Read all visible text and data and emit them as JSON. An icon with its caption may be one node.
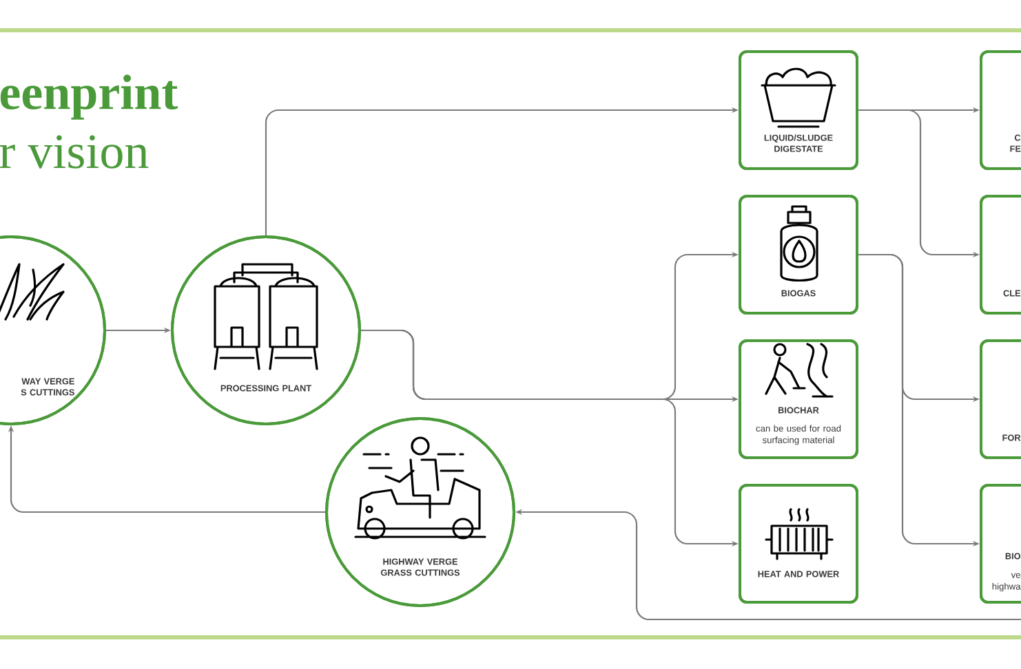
{
  "diagram": {
    "title": "eenprint",
    "nodes": [
      {
        "text": [
          "WAY VERGE S CUTTINGS"
        ]
      },
      {
        "text": [
          "PROCESSING PLANT"
        ]
      },
      {
        "text": [
          "HIGHWAY VERGE GRASS CUTTINGS"
        ]
      },
      {
        "text": [
          "LIQUID/SLUDGE DIGESTATE"
        ]
      },
      {
        "text": [
          "BIOGAS"
        ]
      },
      {
        "text": [
          "BIOCHAR",
          "can be used for road surfacing material"
        ]
      },
      {
        "text": [
          "HEAT AND POWER"
        ]
      },
      {
        "text": [
          "C FE"
        ]
      },
      {
        "text": [
          "CLE"
        ]
      },
      {
        "text": [
          "FOR"
        ]
      },
      {
        "text": [
          "BIO",
          "ve highwa"
        ]
      }
    ],
    "edges": [
      {
        "from": 0,
        "to": 1,
        "arrow": "to"
      },
      {
        "from": 1,
        "to": 3,
        "arrow": "to"
      },
      {
        "from": 1,
        "to": 4,
        "arrow": "to"
      },
      {
        "from": 1,
        "to": 5,
        "arrow": "to"
      },
      {
        "from": 1,
        "to": 6,
        "arrow": "to"
      },
      {
        "from": 3,
        "to": 7,
        "arrow": "to"
      },
      {
        "from": 3,
        "to": 8,
        "arrow": "to"
      },
      {
        "from": 4,
        "to": 9,
        "arrow": "to"
      },
      {
        "from": 4,
        "to": 10,
        "arrow": "to"
      },
      {
        "from": null,
        "to": 2,
        "arrow": "to"
      },
      {
        "from": 2,
        "to": 0,
        "arrow": "to"
      }
    ],
    "labels": [
      "r vision"
    ]
  }
}
